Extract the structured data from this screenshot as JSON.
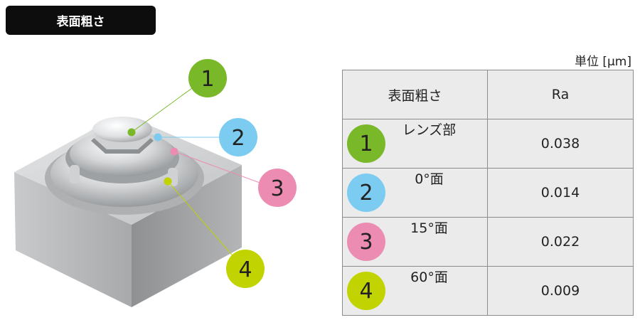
{
  "header": {
    "title": "表面粗さ"
  },
  "unit": "単位 [μm]",
  "table": {
    "headers": [
      "表面粗さ",
      "Ra"
    ],
    "rows": [
      {
        "number": "1",
        "label": "レンズ部",
        "value": "0.038",
        "color": "#79b829"
      },
      {
        "number": "2",
        "label": "0°面",
        "value": "0.014",
        "color": "#7ccbf1"
      },
      {
        "number": "3",
        "label": "15°面",
        "value": "0.022",
        "color": "#ec8cb3"
      },
      {
        "number": "4",
        "label": "60°面",
        "value": "0.009",
        "color": "#c1d300"
      }
    ]
  },
  "callouts": [
    {
      "number": "1",
      "color": "#79b829"
    },
    {
      "number": "2",
      "color": "#7ccbf1"
    },
    {
      "number": "3",
      "color": "#ec8cb3"
    },
    {
      "number": "4",
      "color": "#c1d300"
    }
  ]
}
